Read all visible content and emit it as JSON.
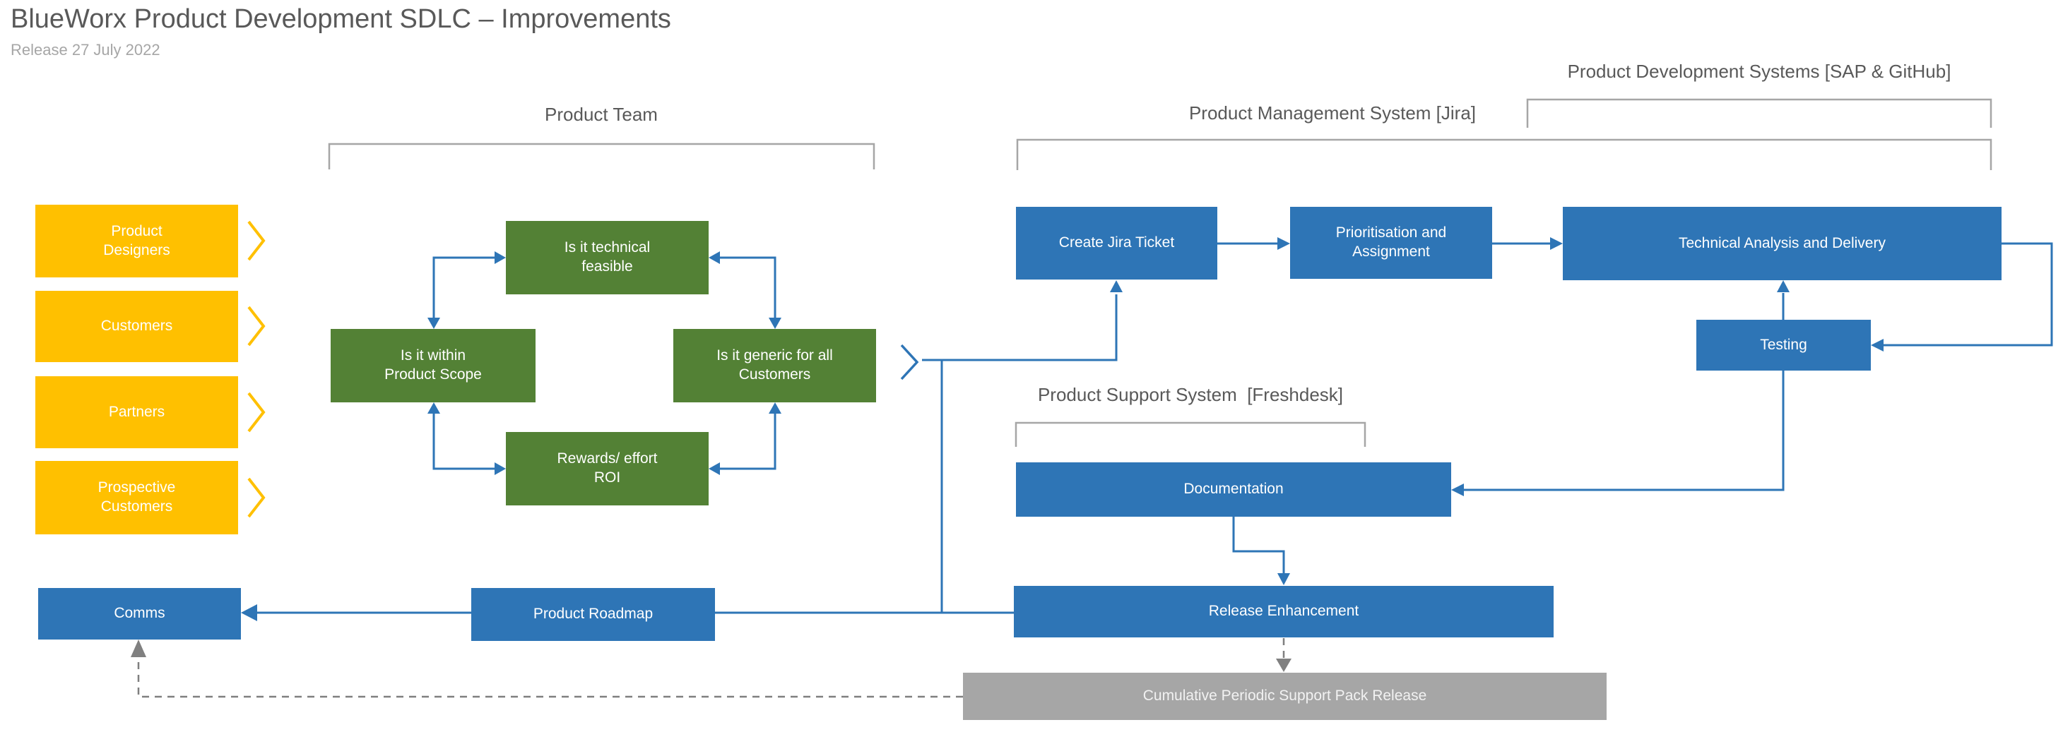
{
  "title": "BlueWorx Product Development SDLC – Improvements",
  "subtitle": "Release 27 July 2022",
  "lanes": {
    "product_team": {
      "label": "Product Team"
    },
    "jira": {
      "label": "Product Management System [Jira]"
    },
    "sap_github": {
      "label": "Product Development Systems [SAP & GitHub]"
    },
    "freshdesk": {
      "label": "Product Support System  [Freshdesk]"
    }
  },
  "stakeholders": {
    "items": [
      {
        "label": "Product Designers"
      },
      {
        "label": "Customers"
      },
      {
        "label": "Partners"
      },
      {
        "label": "Prospective Customers"
      }
    ]
  },
  "evaluation": {
    "feasible": "Is it technical feasible",
    "scope": "Is it within Product Scope",
    "generic": "Is it generic for all Customers",
    "roi": "Rewards/ effort ROI"
  },
  "workflow": {
    "create_jira": "Create Jira Ticket",
    "prioritisation": "Prioritisation and Assignment",
    "technical": "Technical Analysis and Delivery",
    "testing": "Testing",
    "documentation": "Documentation",
    "release": "Release Enhancement",
    "roadmap": "Product Roadmap",
    "comms": "Comms",
    "support_pack": "Cumulative Periodic Support Pack Release"
  },
  "colors": {
    "blue": "#2E75B6",
    "green": "#538135",
    "yellow": "#FFC000",
    "gray_box": "#A6A6A6",
    "bracket": "#A6A6A6",
    "label_text": "#595959",
    "subtitle_text": "#A6A6A6",
    "dashed_connector": "#7F7F7F",
    "box_text": "#FFFFFF"
  }
}
